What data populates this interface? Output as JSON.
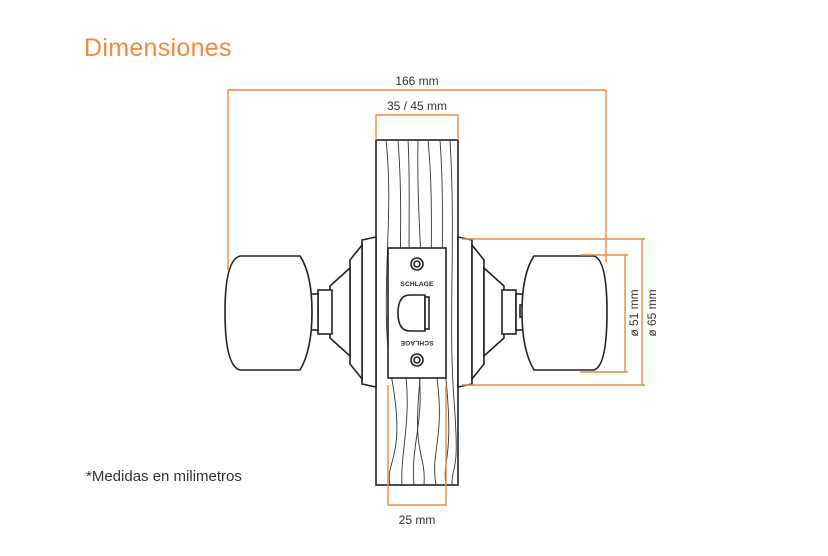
{
  "title": "Dimensiones",
  "note": "*Medidas en milimetros",
  "accent_color": "#f08a3c",
  "dimensions": {
    "total_width": "166 mm",
    "door_thickness": "35 / 45 mm",
    "faceplate_width": "25 mm",
    "knob_diameter": "ø 51 mm",
    "rosette_diameter": "ø 65 mm"
  },
  "brand_marking": "SCHLAGE"
}
